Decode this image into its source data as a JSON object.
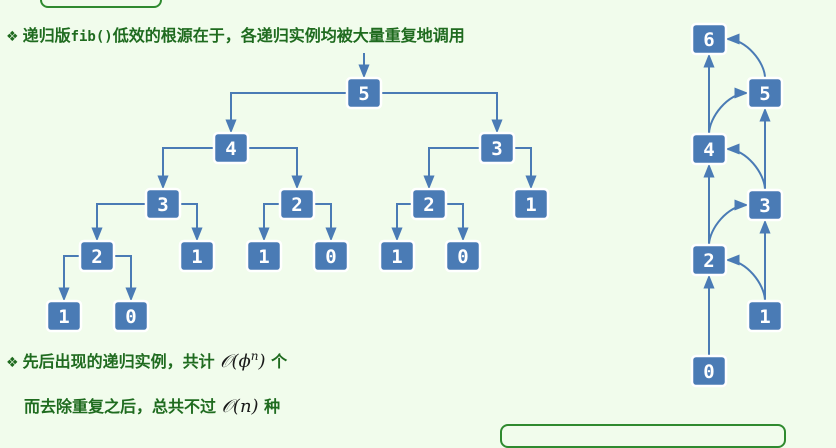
{
  "text": {
    "line1_pre": "递归版",
    "line1_code": "fib()",
    "line1_post": "低效的根源在于，各递归实例均被大量重复地调用",
    "line2_pre": "先后出现的递归实例，共计",
    "line2_math_o": "𝒪",
    "line2_math_arg": "(ϕ",
    "line2_math_exp": "n",
    "line2_math_close": ")",
    "line2_post": "个",
    "line3_pre": "而去除重复之后，总共不过",
    "line3_math": "𝒪(n)",
    "line3_post": "种"
  },
  "recursion_tree": {
    "nodes": [
      {
        "id": "t5",
        "label": "5"
      },
      {
        "id": "t4",
        "label": "4"
      },
      {
        "id": "t3a",
        "label": "3"
      },
      {
        "id": "t3b",
        "label": "3"
      },
      {
        "id": "t2a",
        "label": "2"
      },
      {
        "id": "t2b",
        "label": "2"
      },
      {
        "id": "t2c",
        "label": "2"
      },
      {
        "id": "t1a",
        "label": "1"
      },
      {
        "id": "t1b",
        "label": "1"
      },
      {
        "id": "t1c",
        "label": "1"
      },
      {
        "id": "t1d",
        "label": "1"
      },
      {
        "id": "t1e",
        "label": "1"
      },
      {
        "id": "t0a",
        "label": "0"
      },
      {
        "id": "t0b",
        "label": "0"
      },
      {
        "id": "t0c",
        "label": "0"
      }
    ],
    "edges": [
      [
        "t5",
        "t4"
      ],
      [
        "t5",
        "t3b"
      ],
      [
        "t4",
        "t3a"
      ],
      [
        "t4",
        "t2b"
      ],
      [
        "t3a",
        "t2a"
      ],
      [
        "t3a",
        "t1b"
      ],
      [
        "t2a",
        "t1a"
      ],
      [
        "t2a",
        "t0a"
      ],
      [
        "t2b",
        "t1c"
      ],
      [
        "t2b",
        "t0b"
      ],
      [
        "t3b",
        "t2c"
      ],
      [
        "t3b",
        "t1e"
      ],
      [
        "t2c",
        "t1d"
      ],
      [
        "t2c",
        "t0c"
      ]
    ]
  },
  "dag": {
    "nodes": [
      {
        "id": "d0",
        "label": "0"
      },
      {
        "id": "d1",
        "label": "1"
      },
      {
        "id": "d2",
        "label": "2"
      },
      {
        "id": "d3",
        "label": "3"
      },
      {
        "id": "d4",
        "label": "4"
      },
      {
        "id": "d5",
        "label": "5"
      },
      {
        "id": "d6",
        "label": "6"
      }
    ],
    "edges": [
      [
        "d0",
        "d2"
      ],
      [
        "d1",
        "d3"
      ],
      [
        "d1",
        "d2"
      ],
      [
        "d2",
        "d4"
      ],
      [
        "d2",
        "d3"
      ],
      [
        "d3",
        "d5"
      ],
      [
        "d3",
        "d4"
      ],
      [
        "d4",
        "d6"
      ],
      [
        "d4",
        "d5"
      ],
      [
        "d5",
        "d6"
      ]
    ]
  }
}
